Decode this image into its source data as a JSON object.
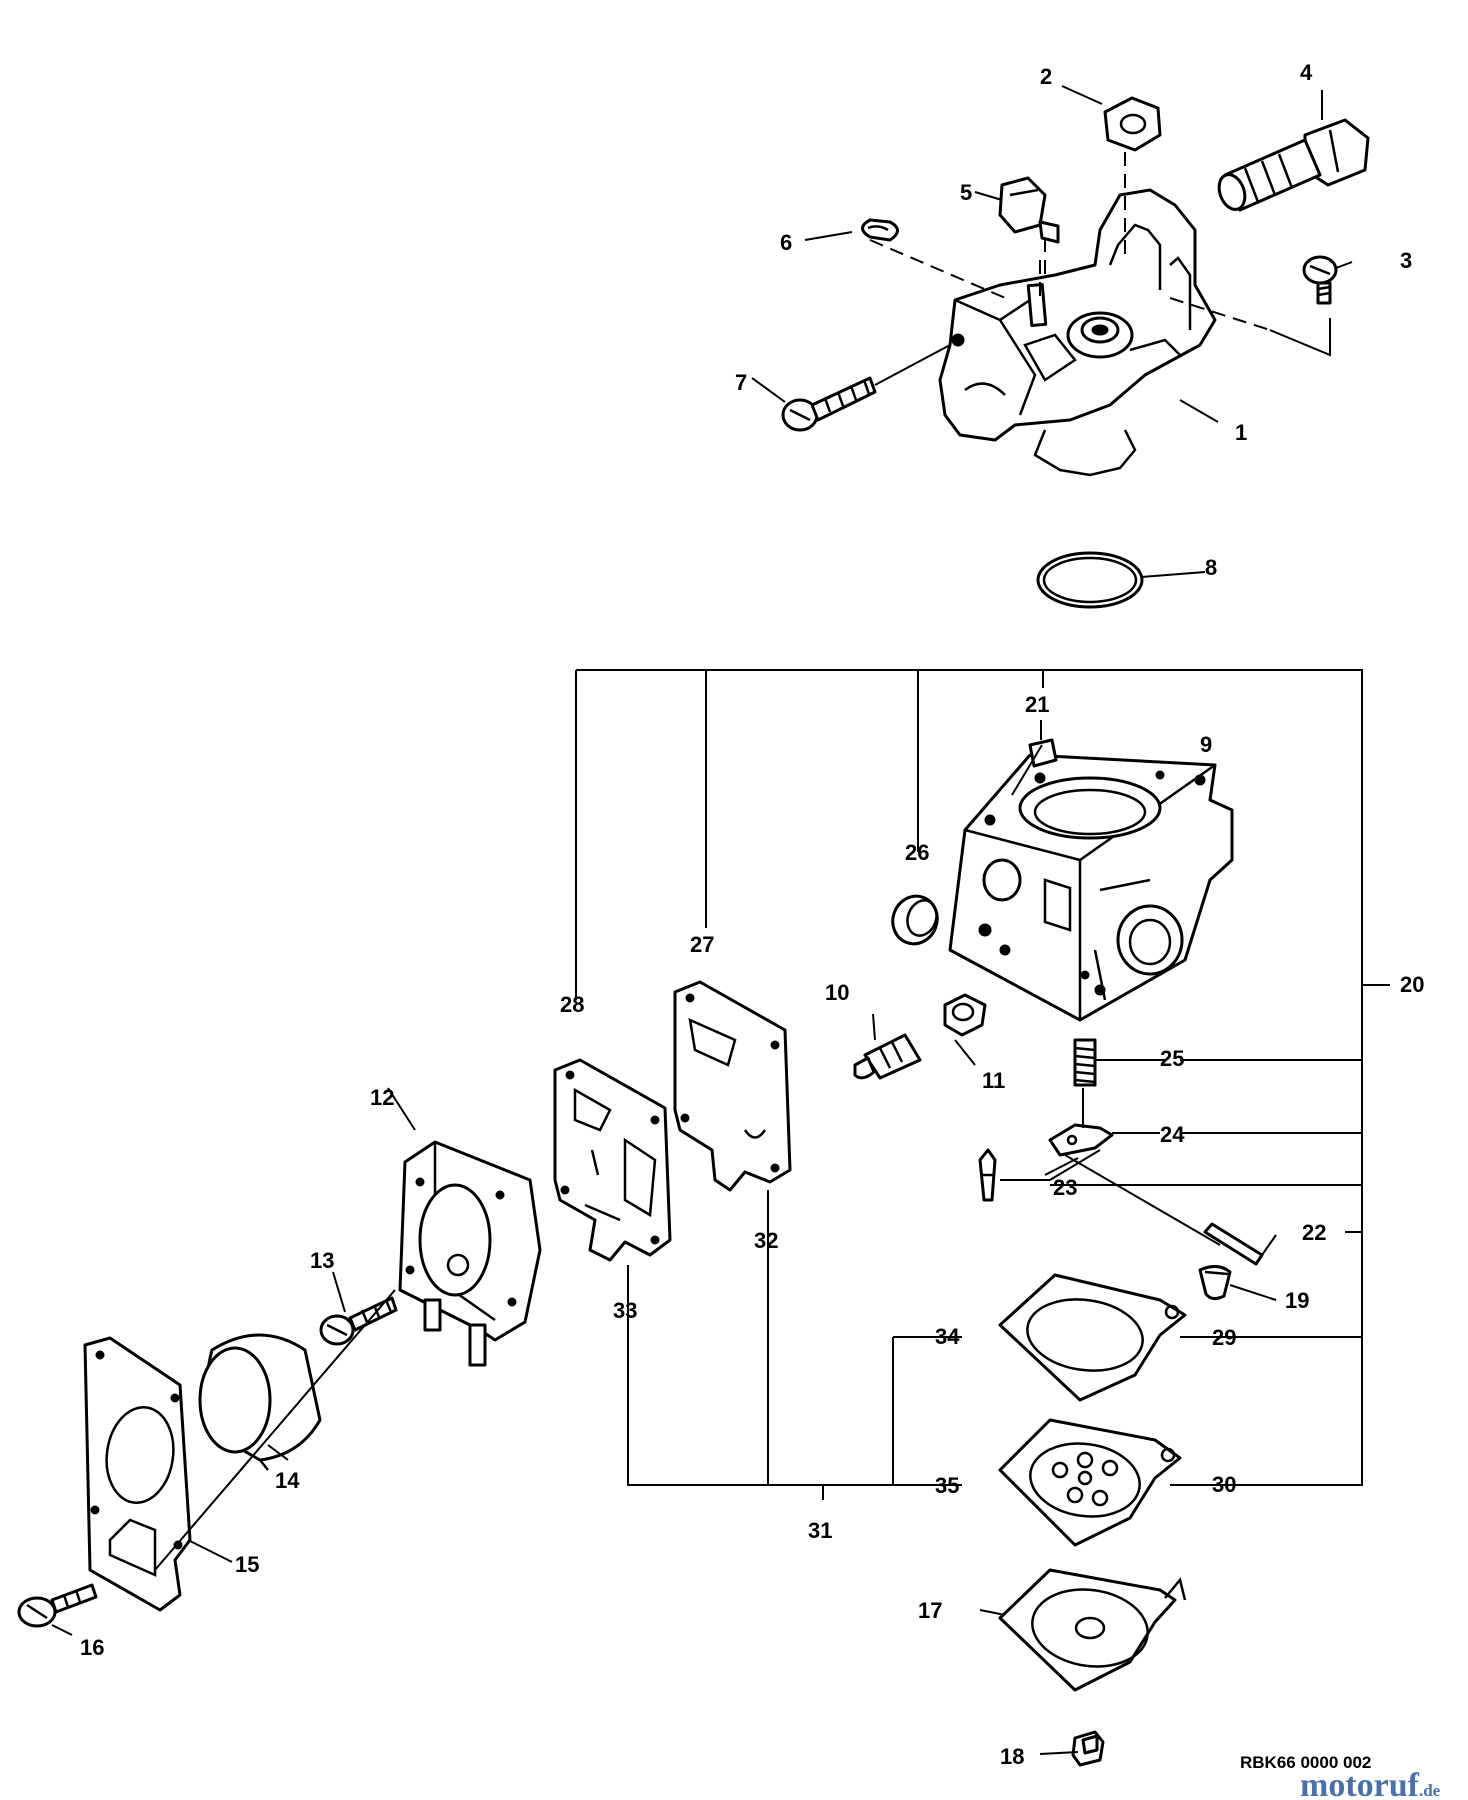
{
  "labels": {
    "p1": "1",
    "p2": "2",
    "p3": "3",
    "p4": "4",
    "p5": "5",
    "p6": "6",
    "p7": "7",
    "p8": "8",
    "p9": "9",
    "p10": "10",
    "p11": "11",
    "p12": "12",
    "p13": "13",
    "p14": "14",
    "p15": "15",
    "p16": "16",
    "p17": "17",
    "p18": "18",
    "p19": "19",
    "p20": "20",
    "p21": "21",
    "p22": "22",
    "p23": "23",
    "p24": "24",
    "p25": "25",
    "p26": "26",
    "p27": "27",
    "p28": "28",
    "p29": "29",
    "p30": "30",
    "p31": "31",
    "p32": "32",
    "p33": "33",
    "p34": "34",
    "p35": "35"
  },
  "diagram_code": "RBK66 0000 002",
  "watermark": {
    "brand": "motoruf",
    "suffix": ".de",
    "color": "#4a70a8"
  }
}
